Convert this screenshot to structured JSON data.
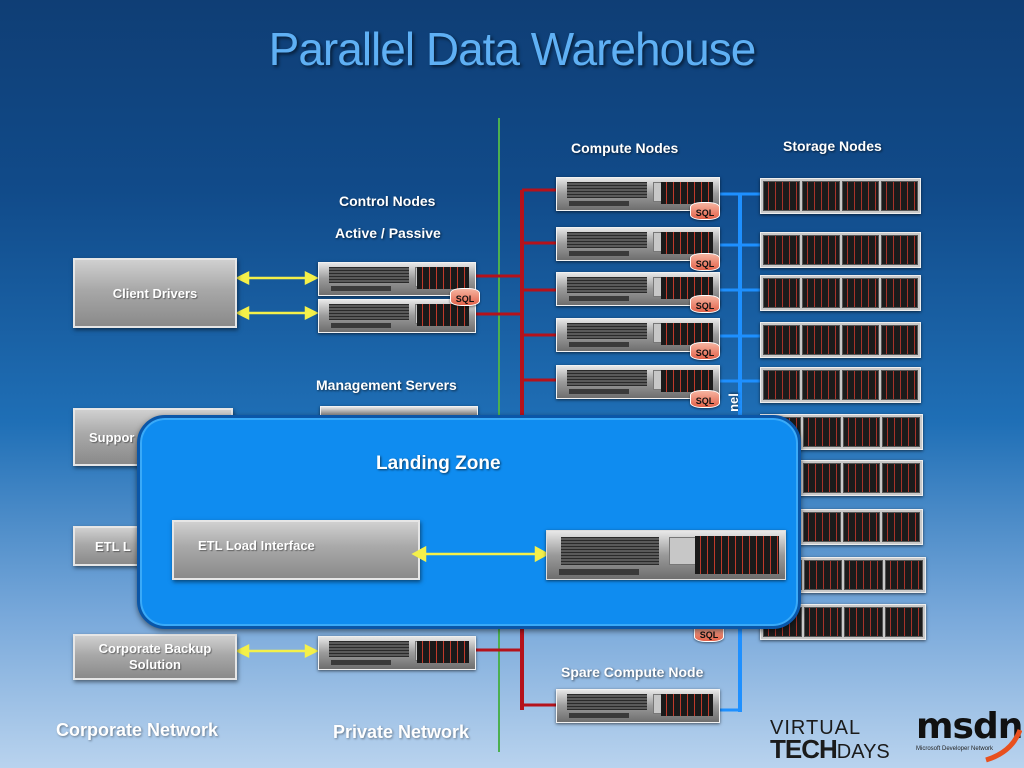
{
  "title": "Parallel Data Warehouse",
  "labels": {
    "compute_nodes": "Compute Nodes",
    "storage_nodes": "Storage Nodes",
    "control_nodes": "Control Nodes",
    "active_passive": "Active / Passive",
    "management_servers": "Management Servers",
    "spare_compute_node": "Spare  Compute Node",
    "landing_zone": "Landing Zone",
    "fragment_nel": "nel"
  },
  "boxes": {
    "client_drivers": "Client Drivers",
    "support_partial": "Suppor",
    "etl_partial": "ETL L",
    "etl_load_interface": "ETL Load Interface",
    "corporate_backup_line1": "Corporate Backup",
    "corporate_backup_line2": "Solution"
  },
  "sql_badge": "SQL",
  "footer": {
    "corporate_network": "Corporate Network",
    "private_network": "Private Network",
    "virtual": "VIRTUAL",
    "tech": "TECH",
    "days": "DAYS",
    "msdn": "msdn",
    "msdn_tagline": "Microsoft Developer Network"
  },
  "colors": {
    "title": "#5fb0f4",
    "red_link": "#b5121b",
    "blue_link": "#1e90ff",
    "yellow_arrow": "#f4f04a",
    "landing_zone": "#0f8cf0",
    "network_divider": "#4caf50"
  }
}
